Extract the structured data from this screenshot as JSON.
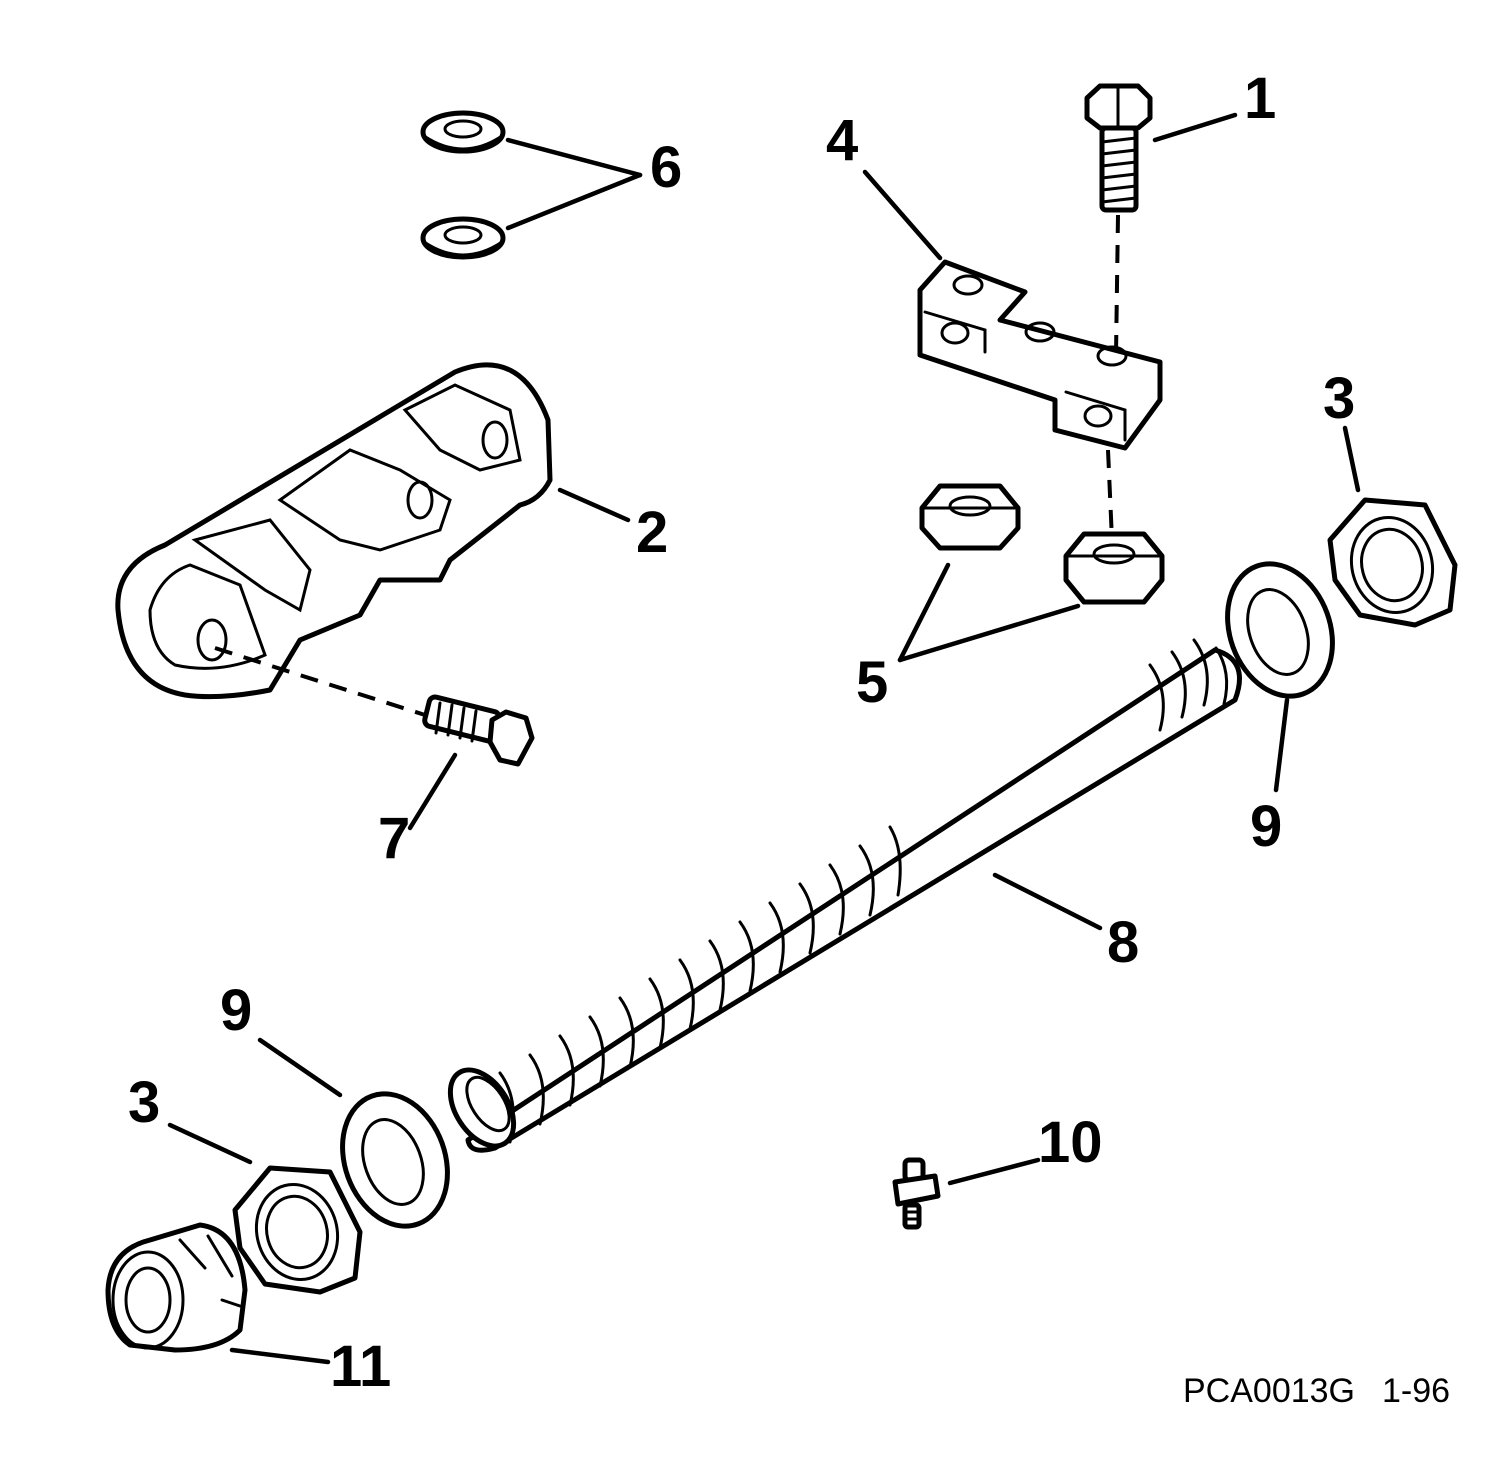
{
  "figure": {
    "drawing_code": "PCA0013G",
    "revision": "1-96"
  },
  "callouts": {
    "c1": "1",
    "c2": "2",
    "c3a": "3",
    "c3b": "3",
    "c4": "4",
    "c5": "5",
    "c6": "6",
    "c7": "7",
    "c8": "8",
    "c9a": "9",
    "c9b": "9",
    "c10": "10",
    "c11": "11"
  },
  "icons": [
    "hex-bolt-icon",
    "washer-icon",
    "hex-nut-icon",
    "threaded-rod-icon",
    "cap-nut-icon",
    "fitting-icon"
  ]
}
